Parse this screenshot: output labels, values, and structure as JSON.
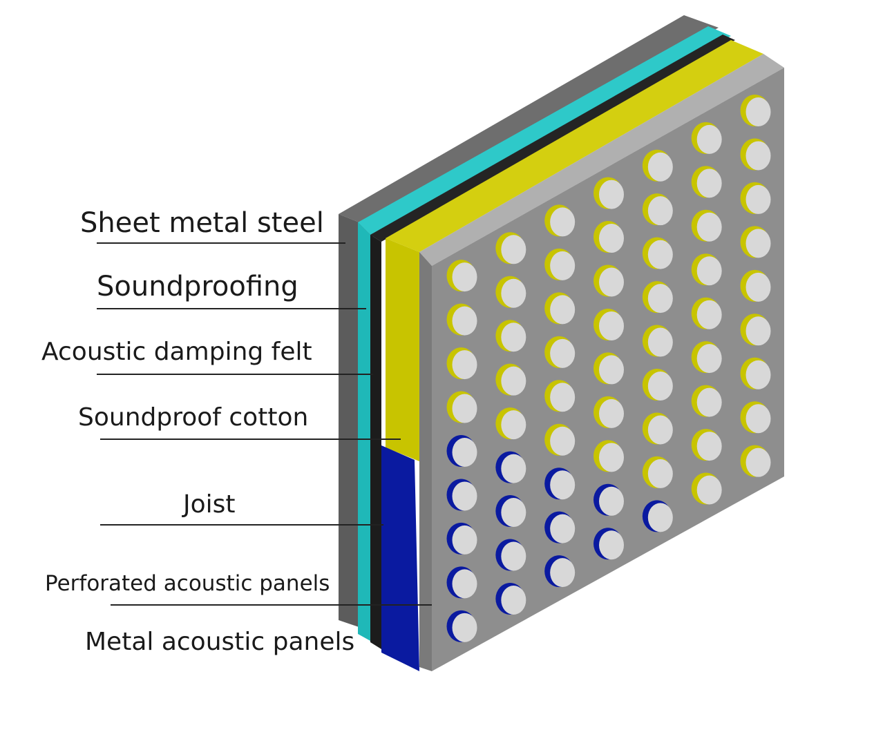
{
  "labels": {
    "sheet_metal_steel": "Sheet metal steel",
    "soundproofing": "Soundproofing",
    "acoustic_damping_felt": "Acoustic damping felt",
    "soundproof_cotton": "Soundproof cotton",
    "joist": "Joist",
    "perforated_acoustic_panels": "Perforated acoustic panels",
    "metal_acoustic_panels": "Metal acoustic panels"
  },
  "layer_colors": {
    "sheet_metal_steel": "#5c5c5c",
    "soundproofing": "#1fb8b8",
    "acoustic_damping_felt": "#1c1c1c",
    "soundproof_cotton": "#c8c400",
    "joist": "#0a1aa0",
    "perforated_panel": "#8e8e8e"
  },
  "perforation_grid": {
    "rows": 9,
    "columns": 7
  }
}
